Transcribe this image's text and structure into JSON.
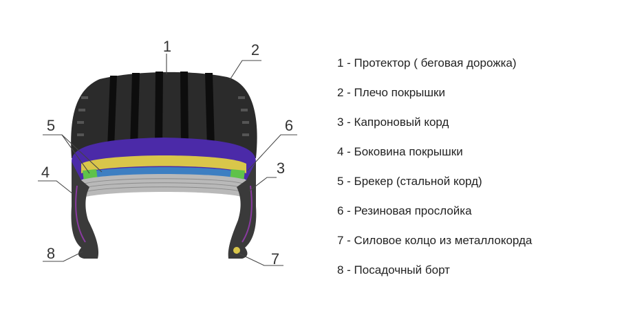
{
  "callouts": [
    "1",
    "2",
    "3",
    "4",
    "5",
    "6",
    "7",
    "8"
  ],
  "legend": [
    "1 - Протектор ( беговая дорожка)",
    "2 - Плечо покрышки",
    "3 - Капроновый корд",
    "4 - Боковина покрышки",
    "5 - Брекер (стальной корд)",
    "6 - Резиновая прослойка",
    "7 - Силовое колцо из металлокорда",
    "8 - Посадочный борт"
  ],
  "colors": {
    "tread": "#2b2b2b",
    "tread_groove": "#0d0d0d",
    "ply_purple": "#4b2aa8",
    "belt_yellow": "#d9c64a",
    "belt_blue": "#3d7fc2",
    "belt_green": "#5fc24a",
    "inner_gray": "#b9b9b9",
    "sidewall": "#3a3a3a"
  }
}
